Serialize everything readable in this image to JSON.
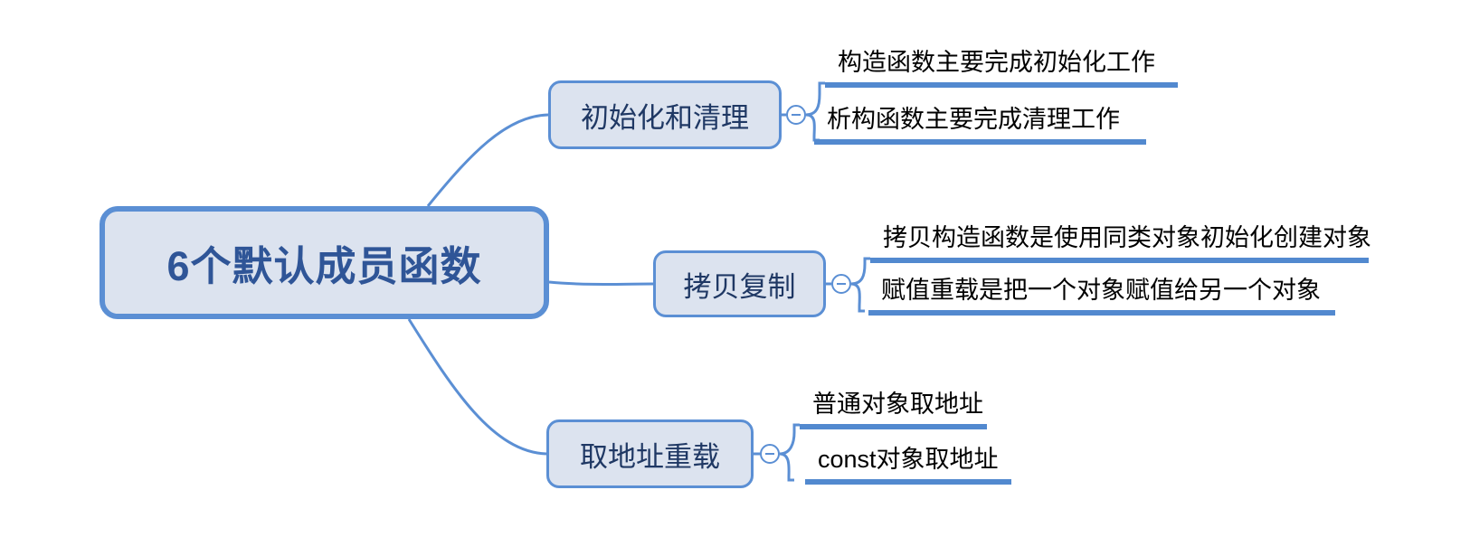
{
  "diagram": {
    "title": "6个默认成员函数",
    "type": "mind-map",
    "colors": {
      "node_fill": "#dce3ef",
      "node_border": "#5b8fd4",
      "root_text": "#2f5597",
      "branch_text": "#1f3864",
      "leaf_text": "#000000",
      "leaf_bar": "#5289cf",
      "connector": "#5b8fd4",
      "background": "#ffffff"
    },
    "root": {
      "label": "6个默认成员函数"
    },
    "branches": [
      {
        "label": "初始化和清理",
        "toggle": "collapse-minus",
        "leaves": [
          {
            "label": "构造函数主要完成初始化工作"
          },
          {
            "label": "析构函数主要完成清理工作"
          }
        ]
      },
      {
        "label": "拷贝复制",
        "toggle": "collapse-minus",
        "leaves": [
          {
            "label": "拷贝构造函数是使用同类对象初始化创建对象"
          },
          {
            "label": "赋值重载是把一个对象赋值给另一个对象"
          }
        ]
      },
      {
        "label": "取地址重载",
        "toggle": "collapse-minus",
        "leaves": [
          {
            "label": "普通对象取地址"
          },
          {
            "label": "const对象取地址"
          }
        ]
      }
    ]
  }
}
